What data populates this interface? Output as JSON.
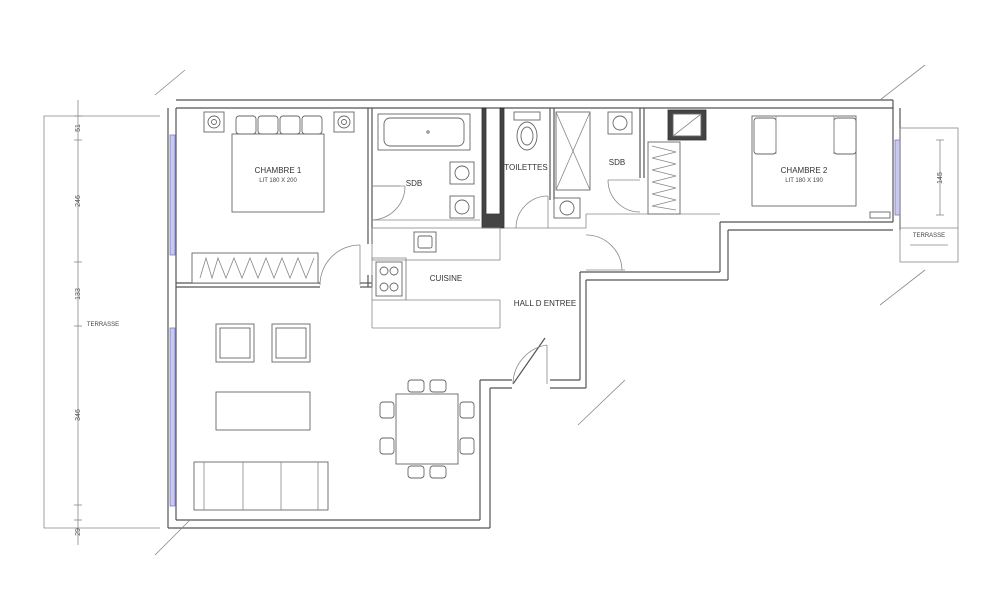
{
  "rooms": {
    "chambre1": "CHAMBRE 1",
    "chambre1_bed": "LIT 180 X 200",
    "sdb1": "SDB",
    "toilettes": "TOILETTES",
    "sdb2": "SDB",
    "chambre2": "CHAMBRE 2",
    "chambre2_bed": "LIT 180 X 190",
    "cuisine": "CUISINE",
    "hall": "HALL D ENTREE",
    "terrasse_left": "TERRASSE",
    "terrasse_right": "TERRASSE"
  },
  "dimensions": {
    "left": [
      "51",
      "246",
      "133",
      "346",
      "29"
    ],
    "right": "145"
  },
  "colors": {
    "window": "#c9c9ee",
    "wall": "#555555"
  }
}
